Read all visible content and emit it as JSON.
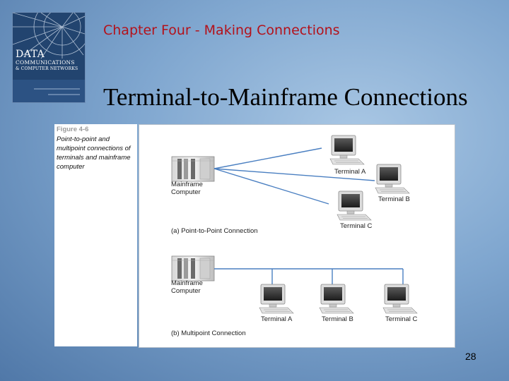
{
  "book_cover": {
    "title_line1": "DATA",
    "title_line2": "COMMUNICATIONS",
    "title_line3": "& COMPUTER NETWORKS"
  },
  "header": {
    "chapter": "Chapter Four - Making Connections"
  },
  "slide": {
    "title": "Terminal-to-Mainframe Connections",
    "page_number": "28"
  },
  "figure": {
    "label": "Figure 4-6",
    "caption": "Point-to-point and multipoint connections of terminals and mainframe computer",
    "point_to_point": {
      "mainframe_label": "Mainframe Computer",
      "terminal_a": "Terminal A",
      "terminal_b": "Terminal B",
      "terminal_c": "Terminal C",
      "subcaption": "(a) Point-to-Point Connection"
    },
    "multipoint": {
      "mainframe_label": "Mainframe Computer",
      "terminal_a": "Terminal A",
      "terminal_b": "Terminal B",
      "terminal_c": "Terminal C",
      "subcaption": "(b) Multipoint Connection"
    }
  },
  "colors": {
    "chapter_text": "#b3121b",
    "link_line": "#4a7fc1"
  }
}
